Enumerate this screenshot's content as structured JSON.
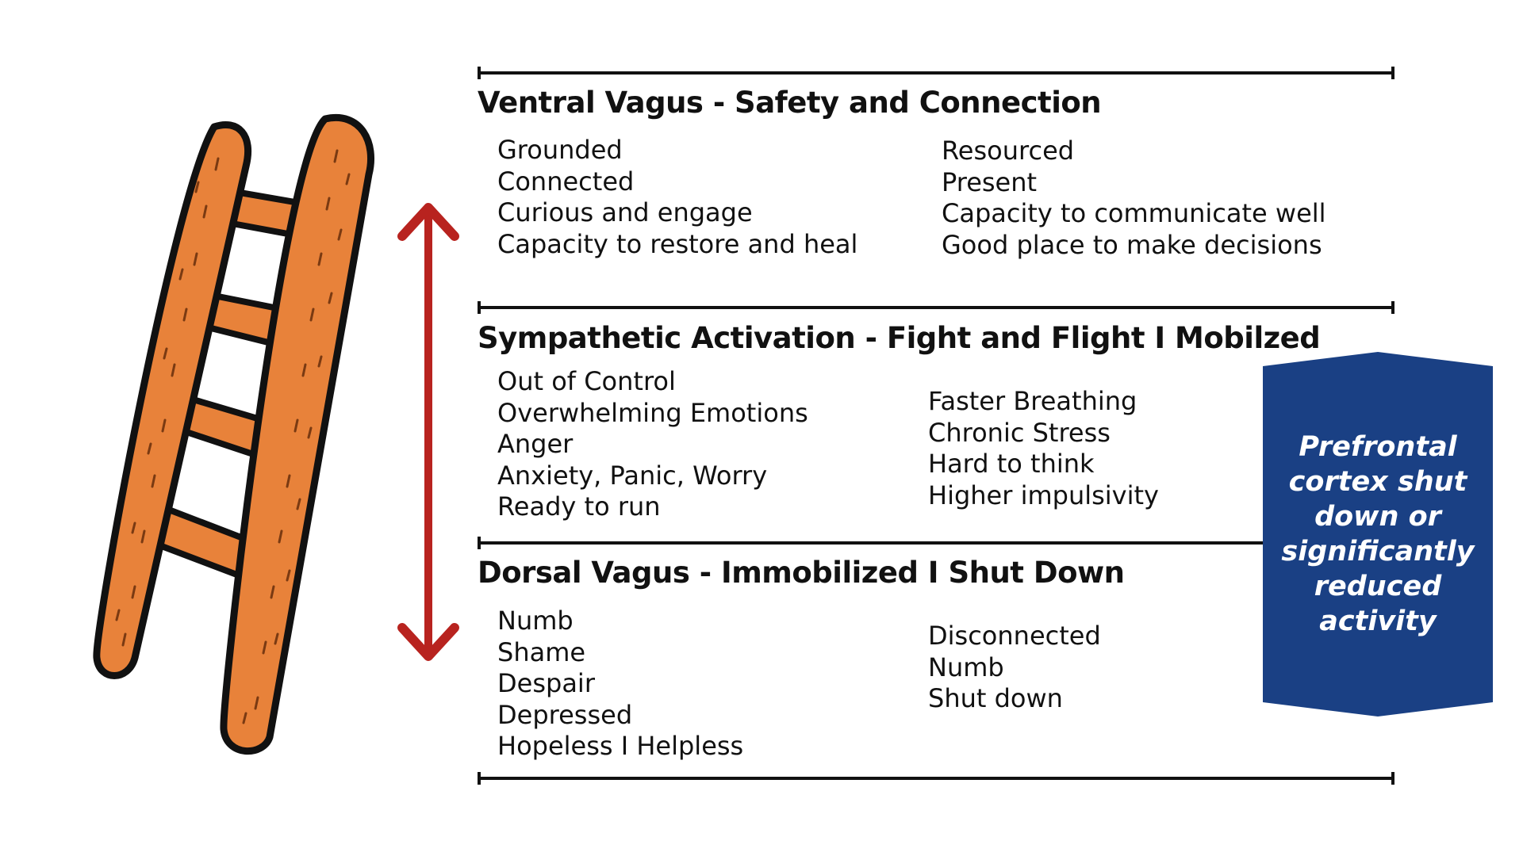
{
  "levels": [
    {
      "title": "Ventral Vagus - Safety and Connection",
      "left_items": [
        "Grounded",
        "Connected",
        "Curious and engage",
        "Capacity to restore and heal"
      ],
      "right_items": [
        "Resourced",
        "Present",
        "Capacity to communicate well",
        "Good place to make decisions"
      ]
    },
    {
      "title": "Sympathetic Activation - Fight and Flight I Mobilzed",
      "left_items": [
        "Out of Control",
        "Overwhelming Emotions",
        "Anger",
        "Anxiety, Panic, Worry",
        "Ready to run"
      ],
      "right_items": [
        "Faster Breathing",
        "Chronic Stress",
        "Hard to think",
        "Higher impulsivity"
      ]
    },
    {
      "title": "Dorsal Vagus - Immobilized I Shut Down",
      "left_items": [
        "Numb",
        "Shame",
        "Despair",
        "Depressed",
        "Hopeless I Helpless"
      ],
      "right_items": [
        "Disconnected",
        "Numb",
        "Shut down"
      ]
    }
  ],
  "callout": {
    "text": "Prefrontal cortex shut down or significantly reduced activity",
    "color": "#1a4084"
  },
  "colors": {
    "ladder_fill": "#e8823a",
    "ladder_outline": "#111111",
    "ladder_texture": "#7a3a12",
    "arrow": "#b8231f",
    "rule": "#111111"
  },
  "icons": {
    "ladder": "ladder-illustration",
    "arrow": "double-headed-vertical-arrow"
  }
}
